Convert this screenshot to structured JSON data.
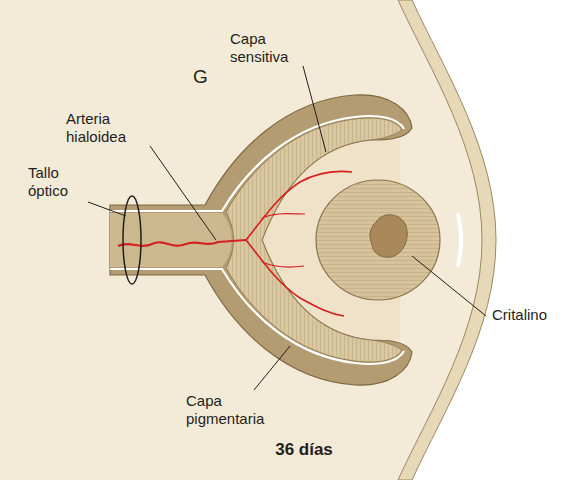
{
  "diagram": {
    "caption": "36 días",
    "labels": [
      "G",
      "Capa sensitiva",
      "Arteria hialoidea",
      "Tallo óptico",
      "Critalino",
      "Capa pigmentaria"
    ]
  }
}
